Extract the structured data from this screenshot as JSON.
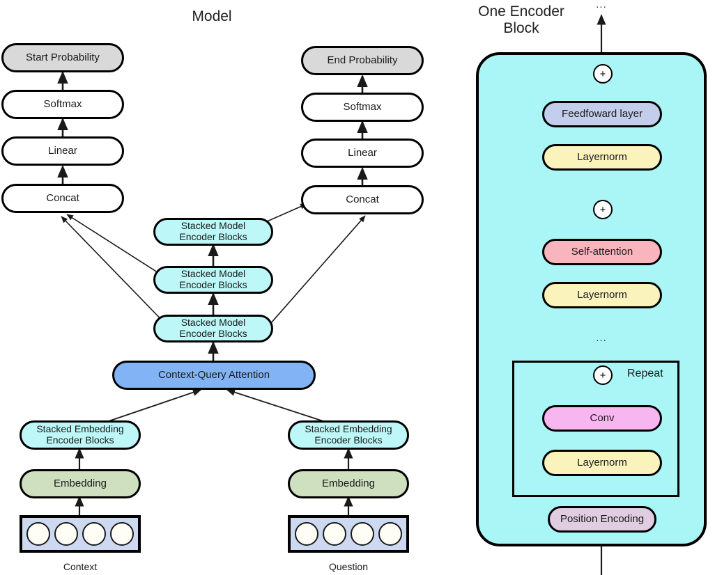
{
  "diagram": {
    "left_title": "Model",
    "right_title": "One Encoder\nBlock",
    "top_ellipsis": "...",
    "mid_ellipsis": "..."
  },
  "model": {
    "start_branch": {
      "probability": "Start Probability",
      "softmax": "Softmax",
      "linear": "Linear",
      "concat": "Concat"
    },
    "end_branch": {
      "probability": "End Probability",
      "softmax": "Softmax",
      "linear": "Linear",
      "concat": "Concat"
    },
    "stacked_model_encoder_blocks": [
      "Stacked Model\nEncoder Blocks",
      "Stacked Model\nEncoder Blocks",
      "Stacked Model\nEncoder Blocks"
    ],
    "context_query_attention": "Context-Query Attention",
    "context_column": {
      "stacked_embedding": "Stacked Embedding\nEncoder Blocks",
      "embedding": "Embedding",
      "tokens": 4,
      "caption": "Context"
    },
    "question_column": {
      "stacked_embedding": "Stacked Embedding\nEncoder Blocks",
      "embedding": "Embedding",
      "tokens": 4,
      "caption": "Question"
    }
  },
  "encoder_block": {
    "feedforward_layer": "Feedfoward layer",
    "layernorm_ff": "Layernorm",
    "self_attention": "Self-attention",
    "layernorm_sa": "Layernorm",
    "repeat_label": "Repeat",
    "conv": "Conv",
    "layernorm_conv": "Layernorm",
    "position_encoding": "Position Encoding",
    "add_symbol": "+"
  },
  "colors": {
    "gray": "#d9d9d9",
    "white": "#ffffff",
    "cyan": "#bdf7f7",
    "blue": "#82b4f5",
    "green": "#cfe0c1",
    "token_box": "#ccd9f0",
    "lavender": "#e0cde2",
    "yellow": "#fbf3bc",
    "pink": "#f8b5bd",
    "magenta": "#f7b6f0",
    "periwinkle": "#c3cdec",
    "panel": "#aaf6f6",
    "stroke": "#000000"
  }
}
